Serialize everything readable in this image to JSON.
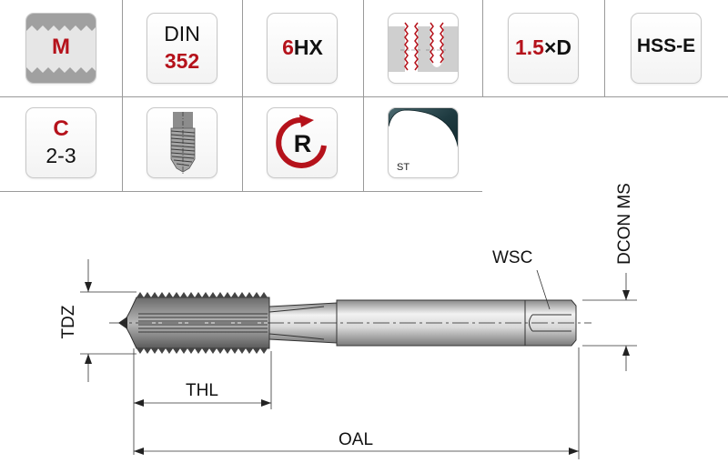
{
  "row1": {
    "thread_type": "M",
    "standard_name": "DIN",
    "standard_number": "352",
    "tolerance_prefix": "6",
    "tolerance_suffix": "HX",
    "depth_value": "1.5",
    "depth_suffix": "×D",
    "material": "HSS-E"
  },
  "row2": {
    "chamfer_form": "C",
    "chamfer_threads": "2-3",
    "rotation_letter": "R",
    "coating_code": "ST"
  },
  "drawing": {
    "label_wsc": "WSC",
    "label_dcon": "DCON MS",
    "label_tdz": "TDZ",
    "label_thl": "THL",
    "label_oal": "OAL"
  },
  "colors": {
    "accent_red": "#b5121b",
    "grid_line": "#9a9a9a",
    "coating_dark": "#1e3a40"
  },
  "icons": {
    "thread_profile": "thread-profile-icon",
    "hole_profile": "thread-hole-icon",
    "chamfer": "tap-chamfer-icon",
    "rotation": "right-hand-rotation-icon",
    "coating": "coating-swatch-icon"
  }
}
